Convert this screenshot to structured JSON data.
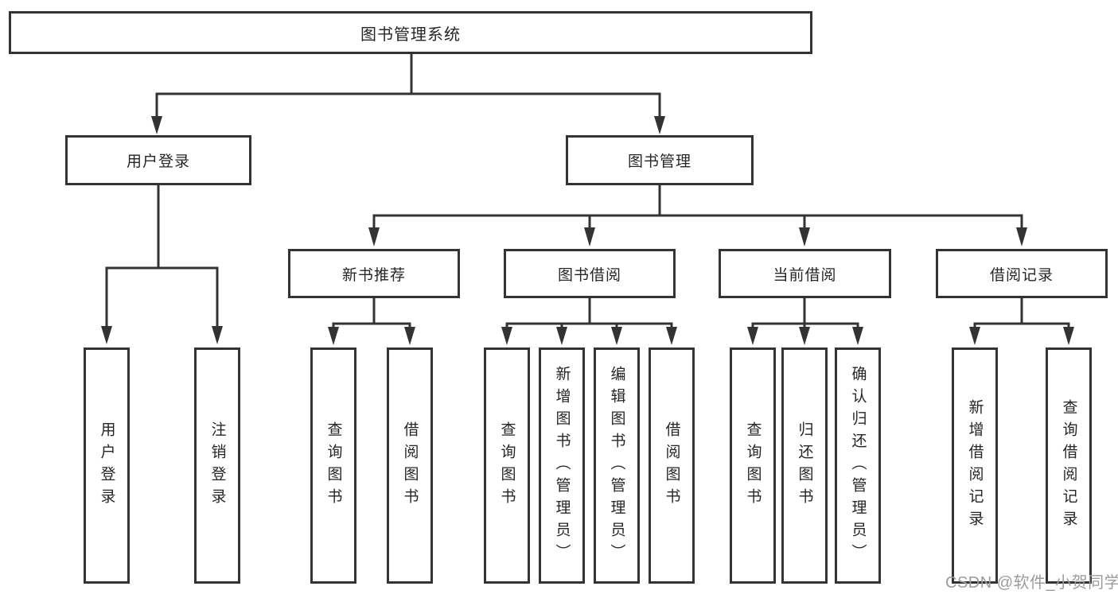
{
  "diagram": {
    "root": {
      "label": "图书管理系统"
    },
    "branches": [
      {
        "label": "用户登录",
        "leaves": [
          {
            "label": "用户登录"
          },
          {
            "label": "注销登录"
          }
        ]
      },
      {
        "label": "图书管理",
        "groups": [
          {
            "label": "新书推荐",
            "leaves": [
              {
                "label": "查询图书"
              },
              {
                "label": "借阅图书"
              }
            ]
          },
          {
            "label": "图书借阅",
            "leaves": [
              {
                "label": "查询图书"
              },
              {
                "label": "新增图书（管理员）"
              },
              {
                "label": "编辑图书（管理员）"
              },
              {
                "label": "借阅图书"
              }
            ]
          },
          {
            "label": "当前借阅",
            "leaves": [
              {
                "label": "查询图书"
              },
              {
                "label": "归还图书"
              },
              {
                "label": "确认归还（管理员）"
              }
            ]
          },
          {
            "label": "借阅记录",
            "leaves": [
              {
                "label": "新增借阅记录"
              },
              {
                "label": "查询借阅记录"
              }
            ]
          }
        ]
      }
    ]
  },
  "watermark": {
    "text": "CSDN @软件_小贺同学"
  },
  "colors": {
    "line": "#333333",
    "box_border": "#333333",
    "text": "#262626",
    "watermark": "#9c9c9c",
    "background": "#ffffff"
  }
}
